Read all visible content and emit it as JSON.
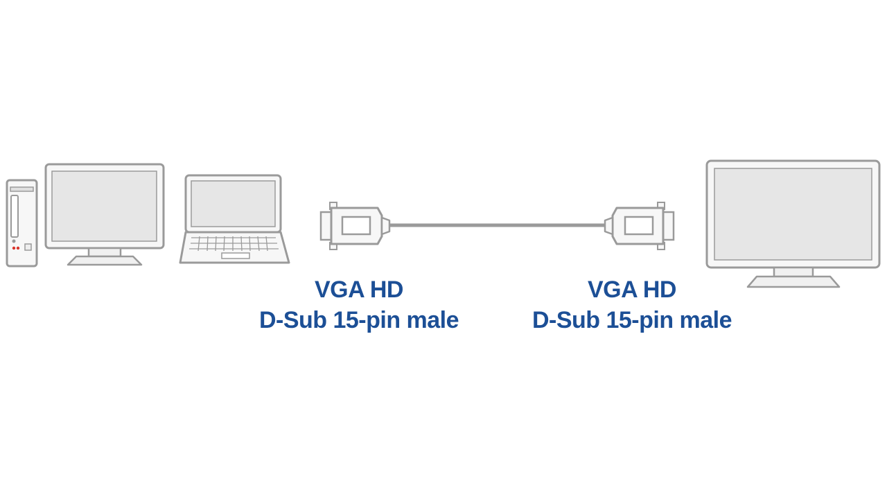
{
  "colors": {
    "outline": "#9a9a9a",
    "screen": "#e6e6e6",
    "device_fill": "#f7f7f7",
    "label_text": "#1c4f96",
    "power_indicator": "#d9342b"
  },
  "icons": {
    "source_devices": [
      "desktop-tower-icon",
      "desktop-monitor-icon",
      "laptop-icon"
    ],
    "cable": [
      "vga-connector-icon",
      "cable-line",
      "vga-connector-icon"
    ],
    "target_device": "display-monitor-icon"
  },
  "connectors": {
    "left": {
      "line1": "VGA HD",
      "line2": "D-Sub 15-pin male"
    },
    "right": {
      "line1": "VGA HD",
      "line2": "D-Sub 15-pin male"
    }
  }
}
